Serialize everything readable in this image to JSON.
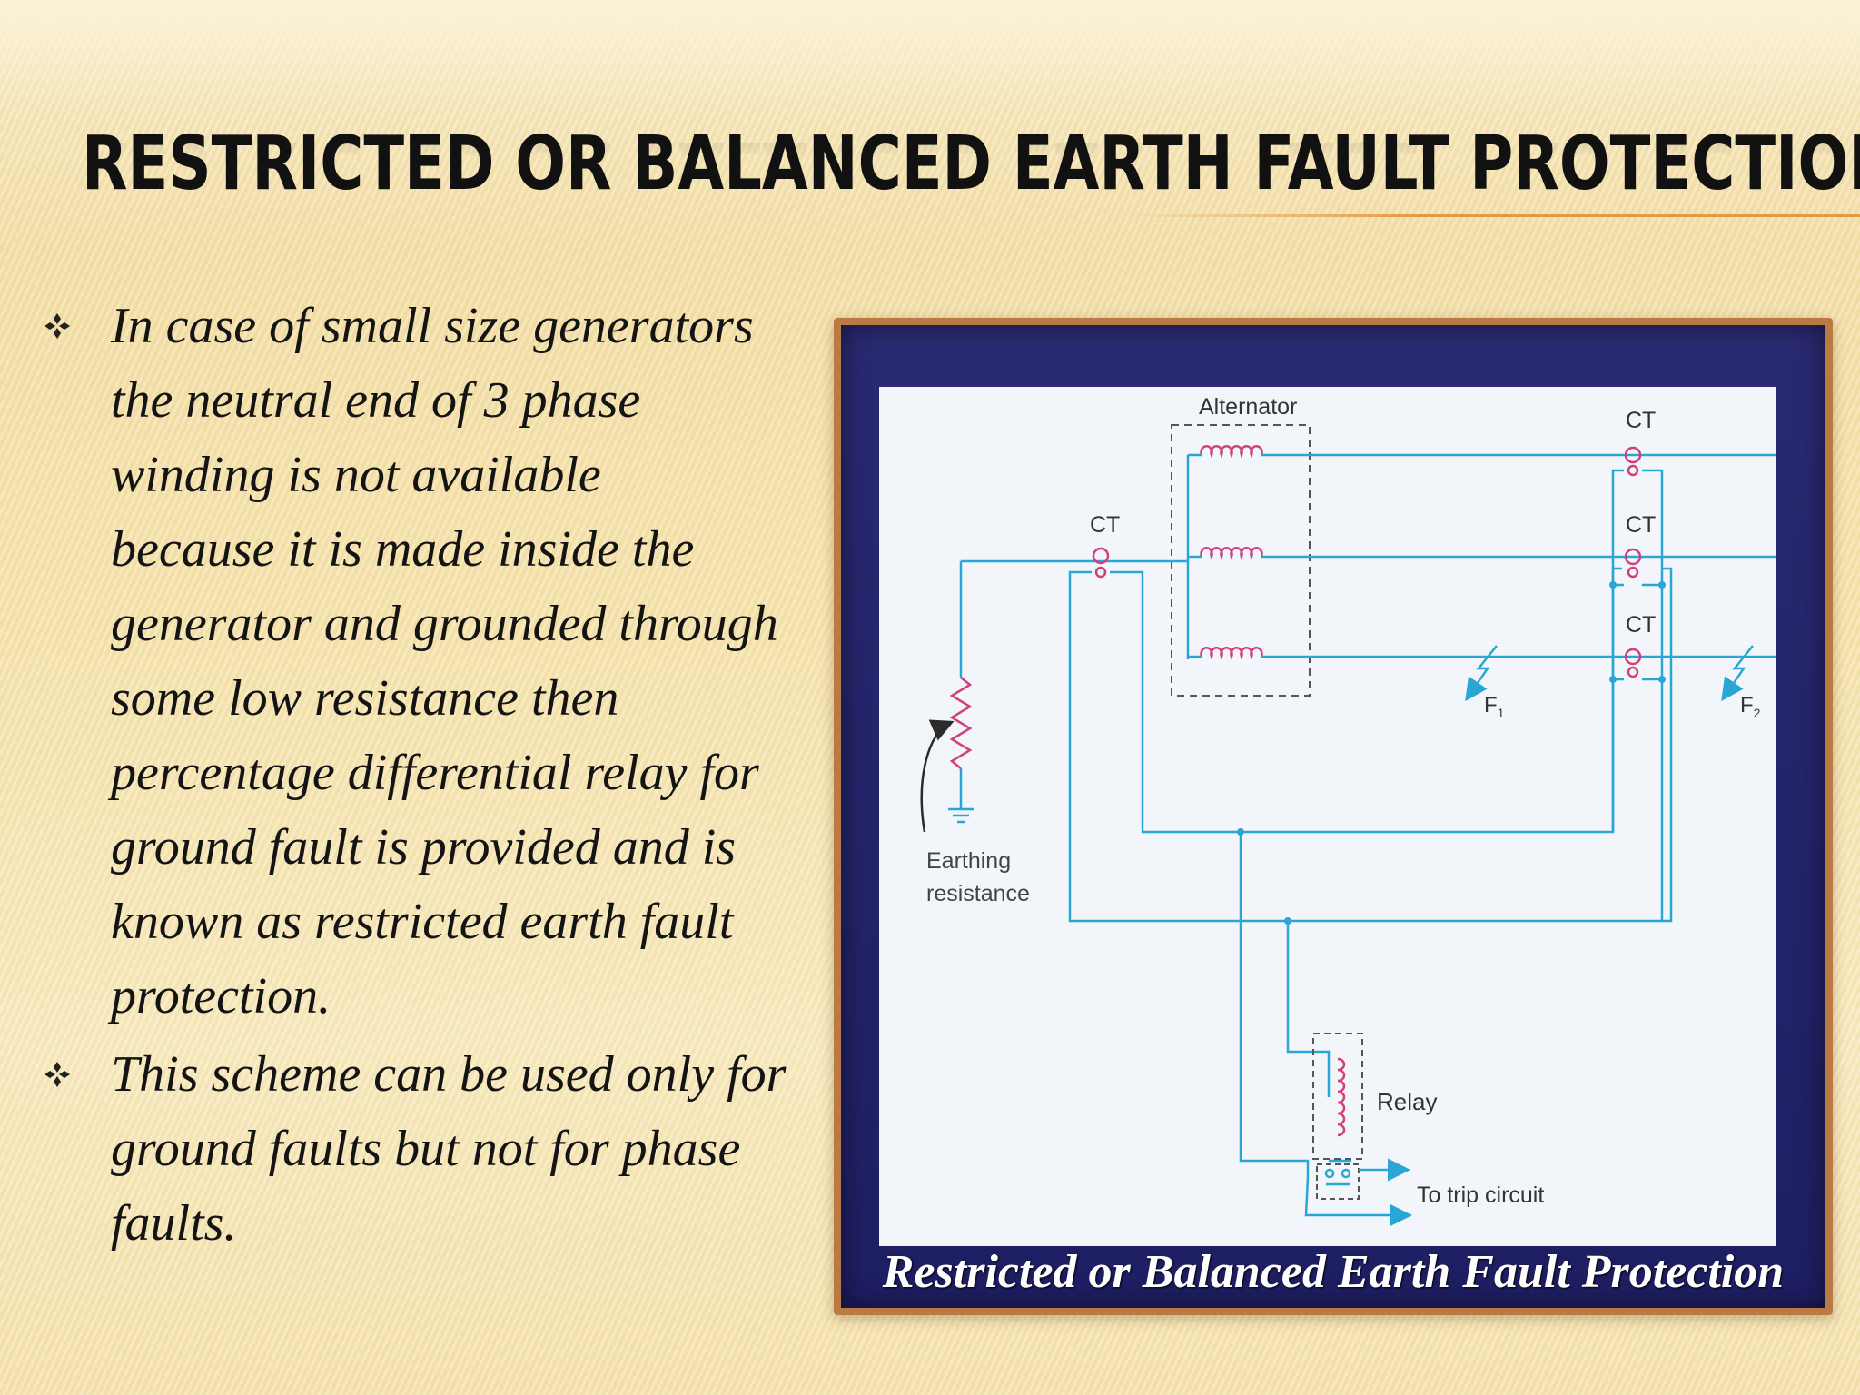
{
  "slide": {
    "title": "RESTRICTED OR BALANCED EARTH FAULT PROTECTION :",
    "bullets": [
      {
        "icon": "diamond-bullet-icon",
        "lines": [
          "In case of small size generators",
          "the neutral end of 3 phase",
          "winding is not available",
          "because it is made inside the",
          "generator and grounded through",
          "some low resistance then",
          "percentage differential relay for",
          "ground fault  is provided and is",
          "known  as restricted earth fault",
          "protection."
        ]
      },
      {
        "icon": "diamond-bullet-icon",
        "lines": [
          "This scheme can be used only for",
          "ground faults but not for phase",
          "faults."
        ]
      }
    ]
  },
  "figure": {
    "caption": "Restricted or Balanced Earth Fault Protection",
    "labels": {
      "alternator": "Alternator",
      "ct_neutral": "CT",
      "ct_1": "CT",
      "ct_2": "CT",
      "ct_3": "CT",
      "earthing_1": "Earthing",
      "earthing_2": "resistance",
      "f1": "F",
      "f1_sub": "1",
      "f2": "F",
      "f2_sub": "2",
      "relay": "Relay",
      "trip": "To trip circuit"
    },
    "colors": {
      "wire": "#2aa6d6",
      "coil": "#d0407a",
      "frame": "#ba7a44",
      "navy": "#1e1e63"
    }
  }
}
